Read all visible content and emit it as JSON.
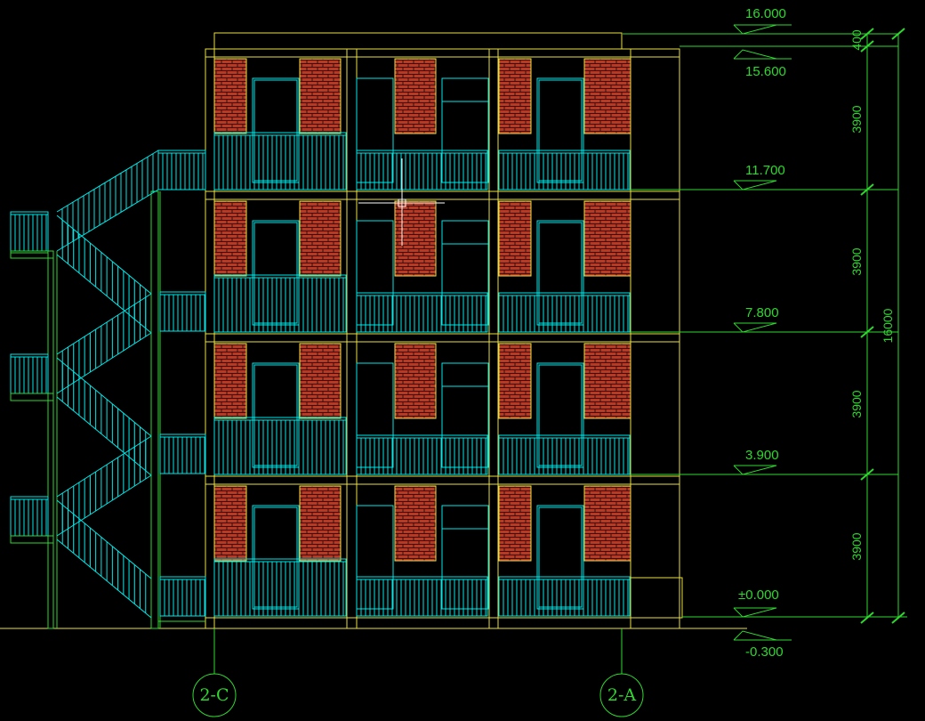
{
  "colors": {
    "background": "#000000",
    "wall_outline": "#e8e040",
    "glazing_railing": "#00e8e8",
    "dimension_green": "#2ed82e",
    "brick_fill": "#b83a24",
    "brick_mortar": "#3a0f08",
    "cursor": "#ffffff"
  },
  "level_marks": [
    {
      "label": "16.000",
      "value": 16.0
    },
    {
      "label": "15.600",
      "value": 15.6
    },
    {
      "label": "11.700",
      "value": 11.7
    },
    {
      "label": "7.800",
      "value": 7.8
    },
    {
      "label": "3.900",
      "value": 3.9
    },
    {
      "label": "±0.000",
      "value": 0.0
    },
    {
      "label": "-0.300",
      "value": -0.3
    }
  ],
  "dimensions": {
    "segments": [
      "400",
      "3900",
      "3900",
      "3900",
      "3900"
    ],
    "total": "16000"
  },
  "axes": [
    {
      "label": "2-C"
    },
    {
      "label": "2-A"
    }
  ],
  "floors": 4,
  "icons": {
    "crosshair": "crosshair-cursor-icon"
  }
}
